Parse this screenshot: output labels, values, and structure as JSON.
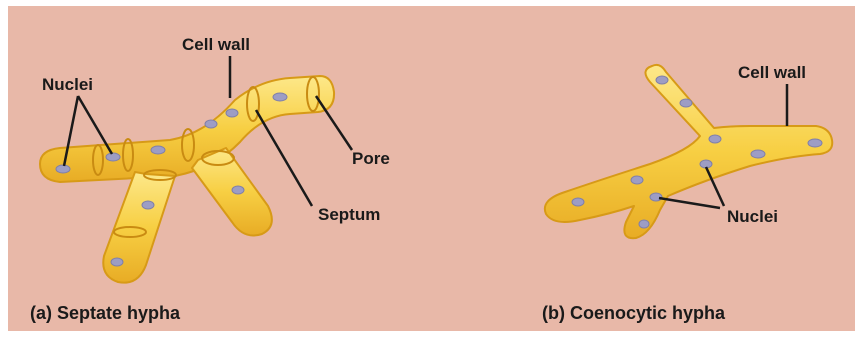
{
  "panel_a": {
    "caption": "(a) Septate hypha",
    "labels": {
      "cell_wall": "Cell wall",
      "nuclei": "Nuclei",
      "pore": "Pore",
      "septum": "Septum"
    }
  },
  "panel_b": {
    "caption": "(b) Coenocytic hypha",
    "labels": {
      "cell_wall": "Cell wall",
      "nuclei": "Nuclei"
    }
  },
  "colors": {
    "background": "#e8b8a8",
    "hypha_fill": "#f7cf43",
    "hypha_edge": "#d79a17",
    "nucleus": "#9d9dc4"
  }
}
